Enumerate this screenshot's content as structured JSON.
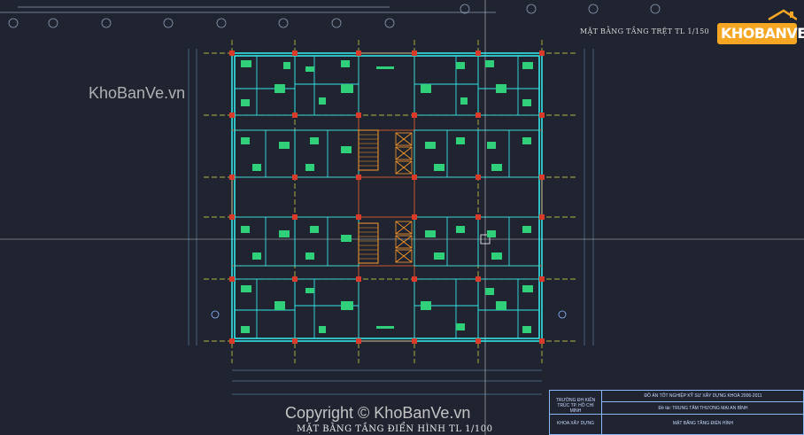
{
  "drawing": {
    "title_top": "MẶT BẰNG TẦNG TRỆT  TL 1/150",
    "title_bottom": "MẶT BẰNG TẦNG ĐIỂN HÌNH  TL 1/100",
    "watermark_left": "KhoBanVe.vn",
    "watermark_bottom": "Copyright © KhoBanVe.vn"
  },
  "logo": {
    "text": "KHOBANVE"
  },
  "title_block": {
    "school": "TRƯỜNG ĐH KIẾN TRÚC TP. HỒ CHÍ MINH",
    "faculty": "KHOA XÂY DỰNG",
    "project": "ĐỒ ÁN TỐT NGHIỆP KỸ SƯ XÂY DỰNG KHOÁ 2006-2011",
    "topic": "Đề tài: TRUNG TÂM THƯƠNG MẠI AN BÌNH",
    "sheet": "MẶT BẰNG TẦNG ĐIỂN HÌNH"
  },
  "colors": {
    "background": "#1f2430",
    "wall": "#32e6e6",
    "column": "#d93a2a",
    "axis": "#e8e24a",
    "furniture": "#30d07a",
    "stair": "#ff9a2a"
  }
}
